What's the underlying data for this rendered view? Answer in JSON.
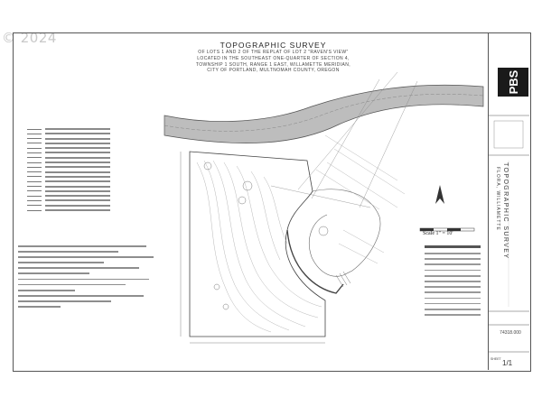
{
  "watermark": "© 2024",
  "title": {
    "main": "TOPOGRAPHIC SURVEY",
    "lines": [
      "OF LOTS 1 AND 2 OF THE REPLAT OF LOT 2 \"RAVEN'S VIEW\"",
      "LOCATED IN THE SOUTHEAST ONE-QUARTER OF SECTION 4,",
      "TOWNSHIP 1 SOUTH, RANGE 1 EAST, WILLAMETTE MERIDIAN,",
      "CITY OF PORTLAND, MULTNOMAH COUNTY, OREGON"
    ]
  },
  "scale_label": "Scale 1\" = 10'",
  "title_block": {
    "firm": "PBS",
    "sheet_title": "TOPOGRAPHIC SURVEY",
    "sheet_subtitle": "FLORA, WILLIAMETTE",
    "job_number": "74318.000",
    "sheet_label": "SHEET",
    "sheet_number": "1/1"
  },
  "colors": {
    "paper": "#ffffff",
    "lines": "#555555",
    "road_fill": "#bdbdbd",
    "logo_bg": "#1a1a1a"
  }
}
